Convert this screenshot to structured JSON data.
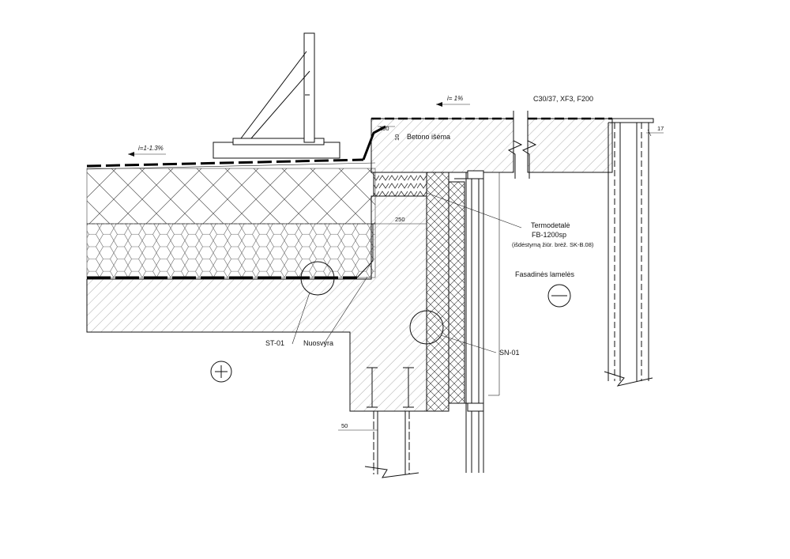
{
  "labels": {
    "slope_roof": "i=1-1.3%",
    "slope_slab": "i= 1%",
    "concrete_class": "C30/37, XF3, F200",
    "concrete_recess": "Betono išėma",
    "dim_100": "100",
    "dim_10": "10",
    "dim_250": "250",
    "dim_17": "17",
    "dim_50": "50",
    "thermo_title": "Termodetalė",
    "thermo_type": "FB-1200sp",
    "thermo_note": "(išdėstymą žiūr. brėž. SK-B.08)",
    "facade_lamellas": "Fasadinės lamelės",
    "st01": "ST-01",
    "nuosvyra": "Nuosvyra",
    "sn01": "SN-01"
  }
}
